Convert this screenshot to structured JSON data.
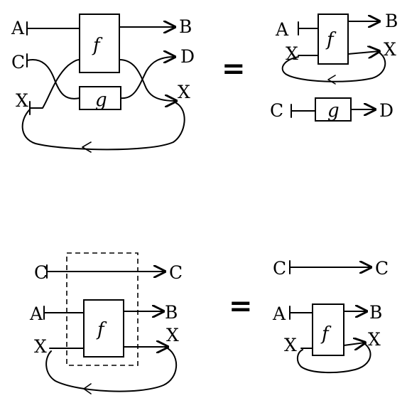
{
  "equations": {
    "top": {
      "lhs": {
        "inputs": [
          "A",
          "C",
          "X"
        ],
        "outputs": [
          "B",
          "D",
          "X"
        ],
        "boxes": [
          "f",
          "g"
        ]
      },
      "equals": "=",
      "rhs": {
        "f_inputs": [
          "A",
          "X"
        ],
        "f_outputs": [
          "B",
          "X"
        ],
        "f_box": "f",
        "g_input": "C",
        "g_output": "D",
        "g_box": "g"
      }
    },
    "bottom": {
      "lhs": {
        "inputs": [
          "C",
          "A",
          "X"
        ],
        "outputs": [
          "C",
          "B",
          "X"
        ],
        "box": "f"
      },
      "equals": "=",
      "rhs": {
        "c_input": "C",
        "c_output": "C",
        "inputs": [
          "A",
          "X"
        ],
        "outputs": [
          "B",
          "X"
        ],
        "box": "f"
      }
    }
  }
}
